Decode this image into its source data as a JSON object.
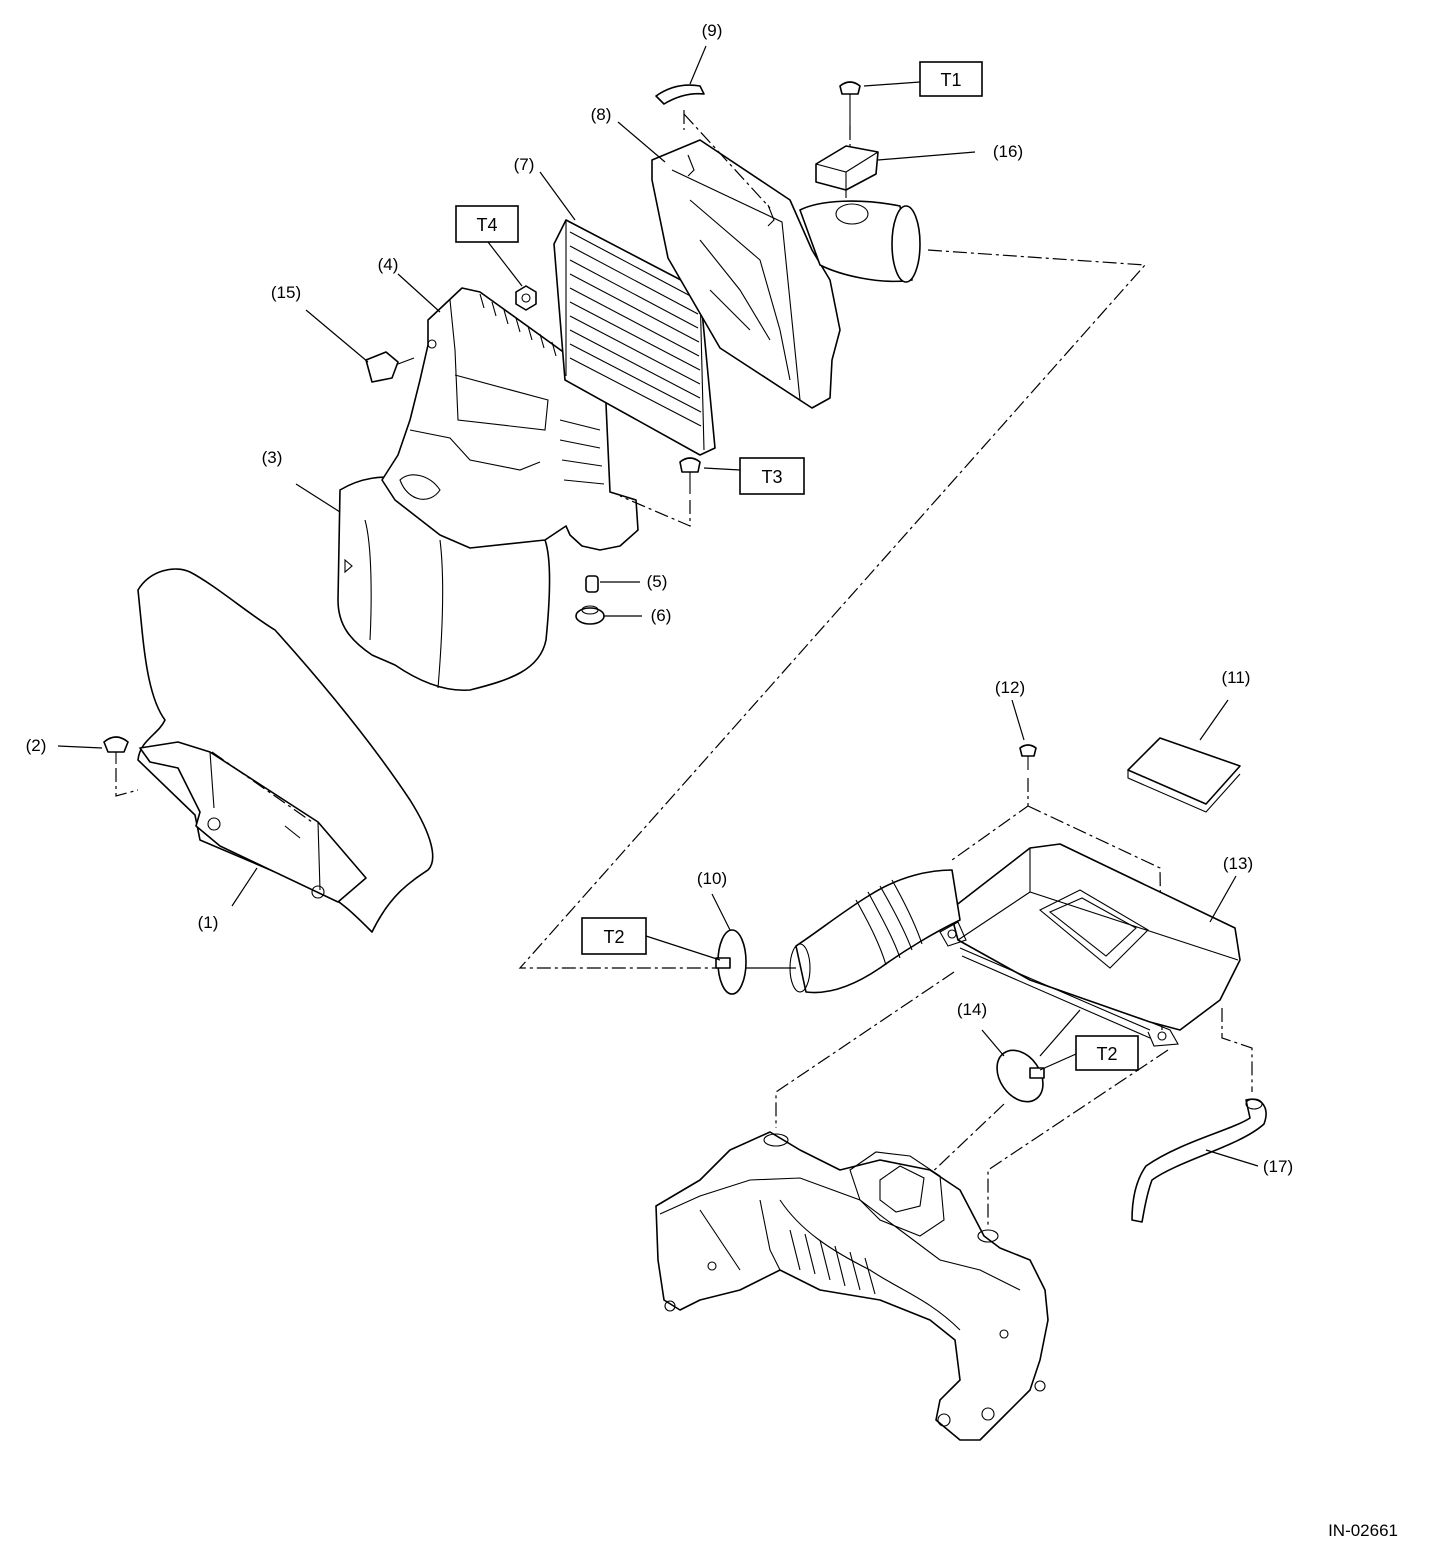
{
  "callouts": {
    "c1": "(1)",
    "c2": "(2)",
    "c3": "(3)",
    "c4": "(4)",
    "c5": "(5)",
    "c6": "(6)",
    "c7": "(7)",
    "c8": "(8)",
    "c9": "(9)",
    "c10": "(10)",
    "c11": "(11)",
    "c12": "(12)",
    "c13": "(13)",
    "c14": "(14)",
    "c15": "(15)",
    "c16": "(16)",
    "c17": "(17)"
  },
  "torque_labels": {
    "t1": "T1",
    "t2_upper": "T2",
    "t2_lower": "T2",
    "t3": "T3",
    "t4": "T4"
  },
  "figure_id": "IN-02661"
}
